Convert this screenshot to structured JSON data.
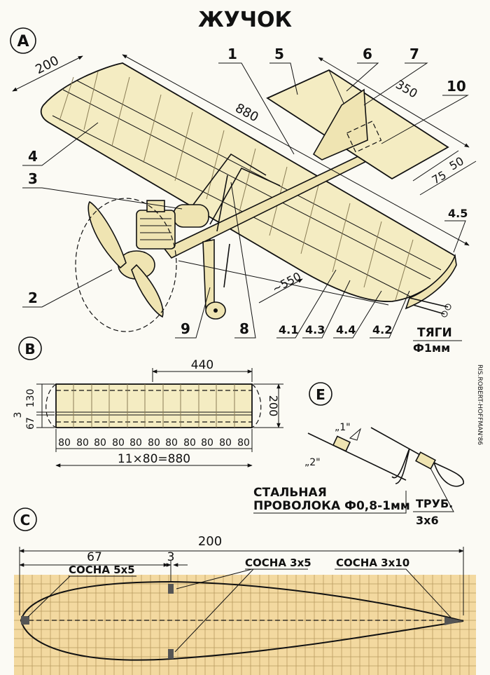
{
  "title": "ЖУЧОК",
  "views": {
    "A": "A",
    "B": "B",
    "C": "C",
    "E": "E"
  },
  "parts": [
    "1",
    "2",
    "3",
    "4",
    "5",
    "6",
    "7",
    "8",
    "9",
    "10",
    "4.1",
    "4.2",
    "4.3",
    "4.4",
    "4.5"
  ],
  "dims_a": {
    "chord": "200",
    "span": "880",
    "tail_span": "350",
    "tail_chord1": "75",
    "tail_chord2": "50",
    "length": "~550"
  },
  "labels_a": {
    "rods": "ТЯГИ",
    "rods_dia": "Ф1мм"
  },
  "author": "RIS.ROBERT-HOFFMAN'86",
  "dims_b": {
    "top": "440",
    "side1": "130",
    "side2": "3",
    "side3": "67",
    "height": "200",
    "cells": [
      "80",
      "80",
      "80",
      "80",
      "80",
      "80",
      "80",
      "80",
      "80",
      "80",
      "80"
    ],
    "total": "11×80=880"
  },
  "labels_e": {
    "q1": "„1\"",
    "q2": "„2\"",
    "wire1": "СТАЛЬНАЯ",
    "wire2": "ПРОВОЛОКА Ф0,8-1мм",
    "tube1": "ТРУБ.",
    "tube2": "3x6"
  },
  "dims_c": {
    "total": "200",
    "d67": "67",
    "d3": "3",
    "spar1": "СОСНА 5x5",
    "spar2": "СОСНА 3x5",
    "spar3": "СОСНА 3x10"
  }
}
